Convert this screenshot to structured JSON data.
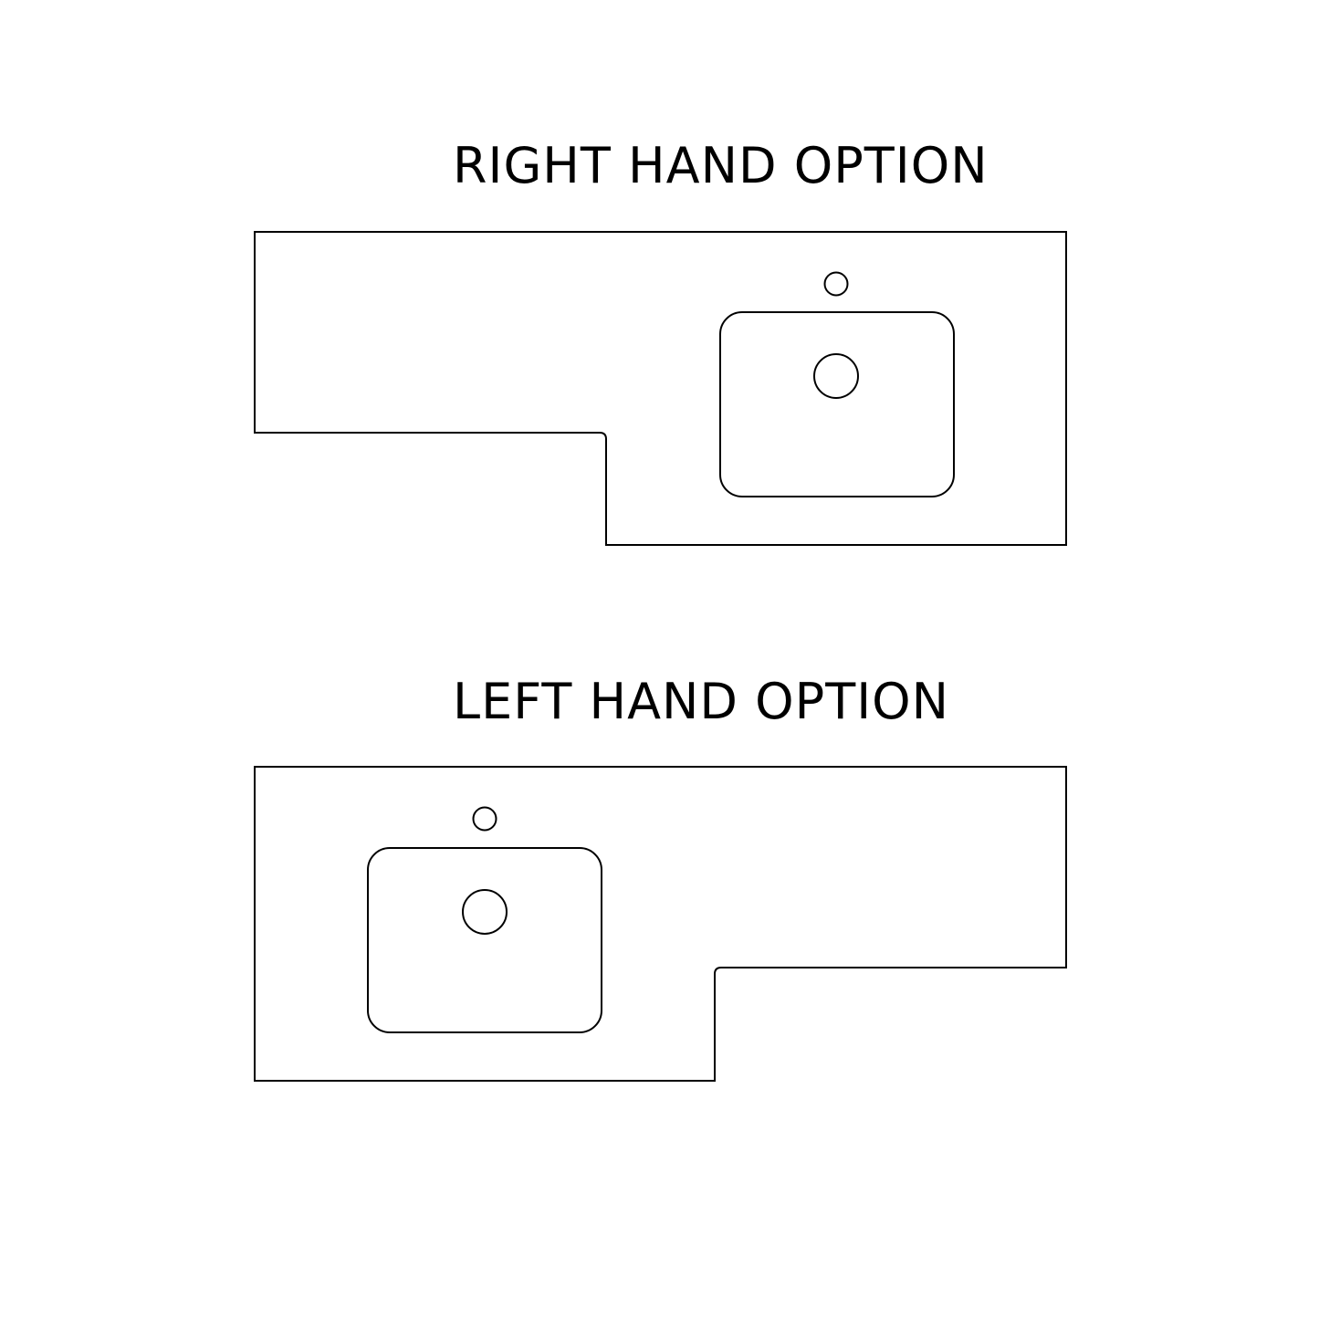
{
  "options": [
    {
      "id": "right",
      "heading": "RIGHT HAND OPTION"
    },
    {
      "id": "left",
      "heading": "LEFT HAND OPTION"
    }
  ],
  "colors": {
    "background": "#ffffff",
    "line": "#000000",
    "text": "#000000"
  }
}
